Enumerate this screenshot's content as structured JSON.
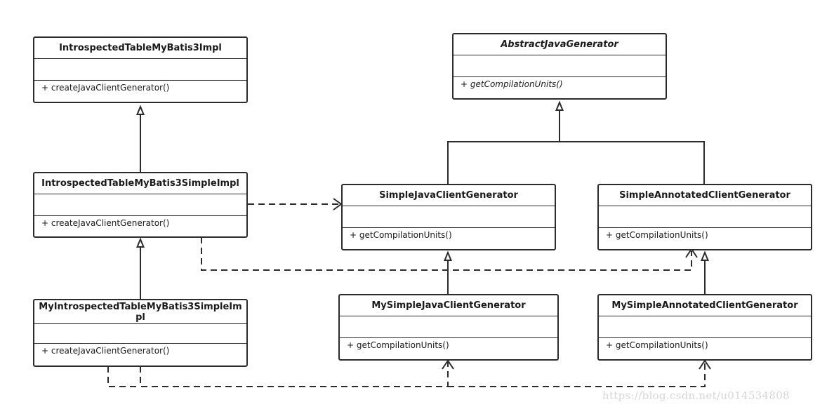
{
  "classes": {
    "introspected_impl": {
      "name": "IntrospectedTableMyBatis3Impl",
      "operation": "+ createJavaClientGenerator()"
    },
    "introspected_simple_impl": {
      "name": "IntrospectedTableMyBatis3SimpleImpl",
      "operation": "+ createJavaClientGenerator()"
    },
    "my_introspected_simple_impl": {
      "name": "MyIntrospectedTableMyBatis3SimpleImpl",
      "operation": "+ createJavaClientGenerator()"
    },
    "abstract_java_generator": {
      "name": "AbstractJavaGenerator",
      "operation": "+ getCompilationUnits()"
    },
    "simple_java_client_generator": {
      "name": "SimpleJavaClientGenerator",
      "operation": "+ getCompilationUnits()"
    },
    "simple_annotated_client_generator": {
      "name": "SimpleAnnotatedClientGenerator",
      "operation": "+ getCompilationUnits()"
    },
    "my_simple_java_client_generator": {
      "name": "MySimpleJavaClientGenerator",
      "operation": "+ getCompilationUnits()"
    },
    "my_simple_annotated_client_generator": {
      "name": "MySimpleAnnotatedClientGenerator",
      "operation": "+ getCompilationUnits()"
    }
  },
  "relationships": [
    {
      "type": "generalization",
      "from": "introspected_simple_impl",
      "to": "introspected_impl"
    },
    {
      "type": "generalization",
      "from": "my_introspected_simple_impl",
      "to": "introspected_simple_impl"
    },
    {
      "type": "generalization",
      "from": "simple_java_client_generator",
      "to": "abstract_java_generator"
    },
    {
      "type": "generalization",
      "from": "simple_annotated_client_generator",
      "to": "abstract_java_generator"
    },
    {
      "type": "generalization",
      "from": "my_simple_java_client_generator",
      "to": "simple_java_client_generator"
    },
    {
      "type": "generalization",
      "from": "my_simple_annotated_client_generator",
      "to": "simple_annotated_client_generator"
    },
    {
      "type": "dependency",
      "from": "introspected_simple_impl",
      "to": "simple_java_client_generator"
    },
    {
      "type": "dependency",
      "from": "introspected_simple_impl",
      "to": "simple_annotated_client_generator"
    },
    {
      "type": "dependency",
      "from": "my_introspected_simple_impl",
      "to": "my_simple_java_client_generator"
    },
    {
      "type": "dependency",
      "from": "my_introspected_simple_impl",
      "to": "my_simple_annotated_client_generator"
    }
  ],
  "colors": {
    "line": "#2b2b2b",
    "watermark": "#d7d7d7"
  },
  "watermark": "https://blog.csdn.net/u014534808"
}
